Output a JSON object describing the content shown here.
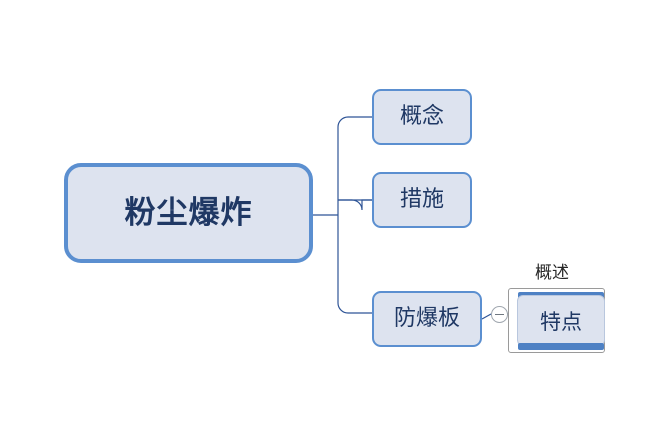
{
  "document": {
    "type": "mind-map",
    "background_color": "#ffffff"
  },
  "theme": {
    "node_fill": "#dde3ef",
    "node_border": "#5b8fd0",
    "node_text": "#1f3864",
    "connector_color": "#2f5597",
    "selection_bar": "#4e81c4",
    "selection_frame": "#9a9a9a"
  },
  "root": {
    "label": "粉尘爆炸"
  },
  "children": [
    {
      "label": "概念"
    },
    {
      "label": "措施"
    },
    {
      "label": "防爆板"
    }
  ],
  "branch": {
    "toggle": {
      "icon": "minus-circle-icon",
      "state": "expanded"
    },
    "floating_label": "概述",
    "selected_node": {
      "label": "特点",
      "state": "selected"
    }
  }
}
